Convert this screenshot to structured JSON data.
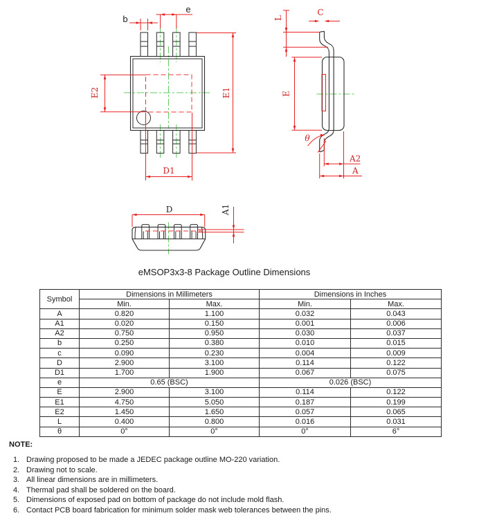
{
  "page": {
    "title": "eMSOP3x3-8 Package Outline Dimensions"
  },
  "drawing": {
    "labels": {
      "b": "b",
      "e": "e",
      "E2": "E2",
      "E1": "E1",
      "D1": "D1",
      "L": "L",
      "C": "C",
      "E": "E",
      "theta": "θ",
      "A2": "A2",
      "A": "A",
      "D": "D",
      "A1": "A1"
    },
    "colors": {
      "dimension": "#e82020",
      "centerline": "#5ccc5c",
      "outline": "#2a2a2a"
    }
  },
  "table": {
    "header": {
      "symbol": "Symbol",
      "mm_group": "Dimensions in Millimeters",
      "in_group": "Dimensions in Inches",
      "min": "Min.",
      "max": "Max."
    },
    "rows": [
      {
        "symbol": "A",
        "mm_min": "0.820",
        "mm_max": "1.100",
        "in_min": "0.032",
        "in_max": "0.043"
      },
      {
        "symbol": "A1",
        "mm_min": "0.020",
        "mm_max": "0.150",
        "in_min": "0.001",
        "in_max": "0.006"
      },
      {
        "symbol": "A2",
        "mm_min": "0.750",
        "mm_max": "0.950",
        "in_min": "0.030",
        "in_max": "0.037"
      },
      {
        "symbol": "b",
        "mm_min": "0.250",
        "mm_max": "0.380",
        "in_min": "0.010",
        "in_max": "0.015"
      },
      {
        "symbol": "c",
        "mm_min": "0.090",
        "mm_max": "0.230",
        "in_min": "0.004",
        "in_max": "0.009"
      },
      {
        "symbol": "D",
        "mm_min": "2.900",
        "mm_max": "3.100",
        "in_min": "0.114",
        "in_max": "0.122"
      },
      {
        "symbol": "D1",
        "mm_min": "1.700",
        "mm_max": "1.900",
        "in_min": "0.067",
        "in_max": "0.075"
      },
      {
        "symbol": "e",
        "mm_span": "0.65 (BSC)",
        "in_span": "0.026 (BSC)"
      },
      {
        "symbol": "E",
        "mm_min": "2.900",
        "mm_max": "3.100",
        "in_min": "0.114",
        "in_max": "0.122"
      },
      {
        "symbol": "E1",
        "mm_min": "4.750",
        "mm_max": "5.050",
        "in_min": "0.187",
        "in_max": "0.199"
      },
      {
        "symbol": "E2",
        "mm_min": "1.450",
        "mm_max": "1.650",
        "in_min": "0.057",
        "in_max": "0.065"
      },
      {
        "symbol": "L",
        "mm_min": "0.400",
        "mm_max": "0.800",
        "in_min": "0.016",
        "in_max": "0.031"
      },
      {
        "symbol": "θ",
        "mm_min": "0°",
        "mm_max": "0°",
        "in_min": "0°",
        "in_max": "6°"
      }
    ]
  },
  "notes": {
    "heading": "NOTE:",
    "items": [
      {
        "num": "1.",
        "text": "Drawing proposed to be made a JEDEC package outline MO-220 variation."
      },
      {
        "num": "2.",
        "text": "Drawing not to scale."
      },
      {
        "num": "3.",
        "text": "All linear dimensions are in millimeters."
      },
      {
        "num": "4.",
        "text": "Thermal pad shall be soldered on the board."
      },
      {
        "num": "5.",
        "text": "Dimensions of exposed pad on bottom of package do not include mold flash."
      },
      {
        "num": "6.",
        "text": "Contact PCB board fabrication for minimum solder mask web tolerances between the pins."
      }
    ]
  }
}
